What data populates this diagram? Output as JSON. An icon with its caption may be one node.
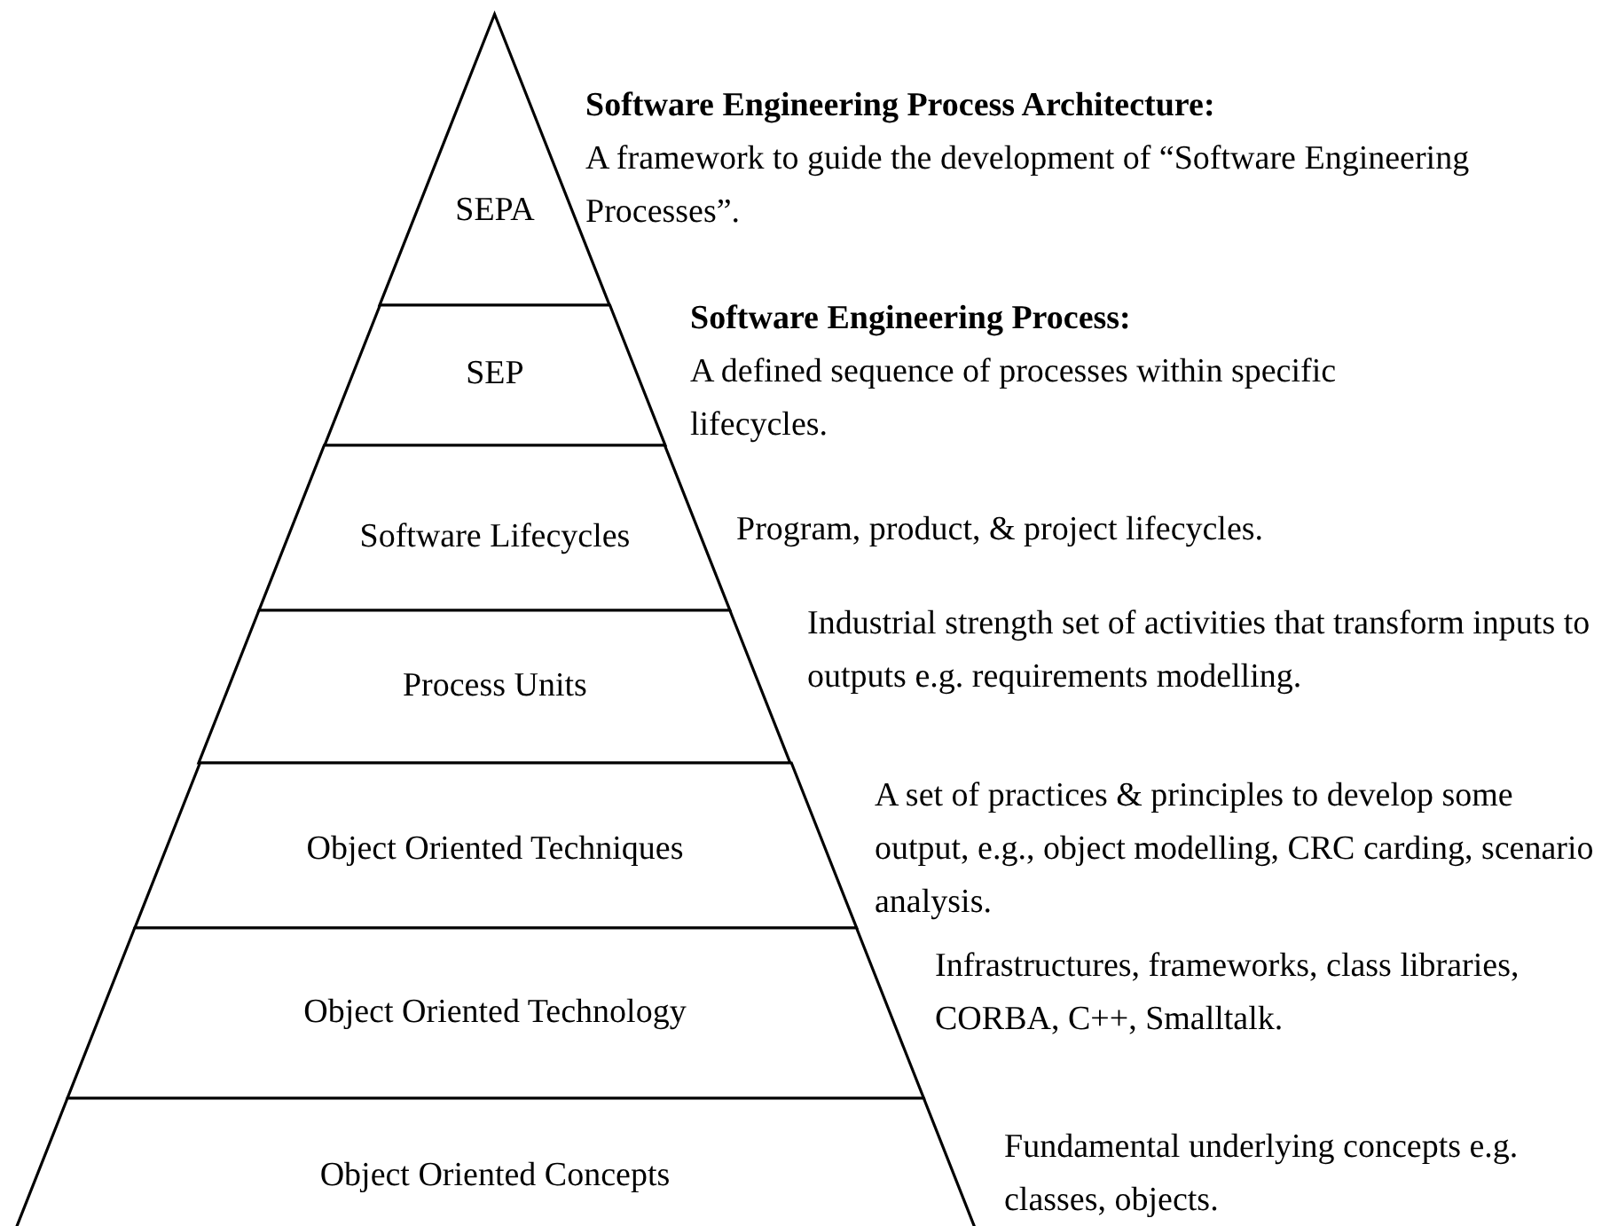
{
  "diagram": {
    "nodes": [
      {
        "text": [
          "SEPA"
        ],
        "beside": [
          "Software Engineering Process Architecture:",
          "A framework to guide the development of “Software Engineering Processes”."
        ]
      },
      {
        "text": [
          "SEP"
        ],
        "beside": [
          "Software Engineering Process:",
          "A defined sequence of processes within specific lifecycles."
        ]
      },
      {
        "text": [
          "Software Lifecycles"
        ],
        "beside": [
          "Program, product, & project lifecycles."
        ]
      },
      {
        "text": [
          "Process Units"
        ],
        "beside": [
          "Industrial strength set of activities that transform inputs to outputs e.g. requirements modelling."
        ]
      },
      {
        "text": [
          "Object Oriented Techniques"
        ],
        "beside": [
          "A set of practices & principles to develop some output, e.g., object modelling, CRC carding, scenario analysis."
        ]
      },
      {
        "text": [
          "Object Oriented Technology"
        ],
        "beside": [
          "Infrastructures, frameworks, class libraries, CORBA, C++, Smalltalk."
        ]
      },
      {
        "text": [
          "Object Oriented Concepts"
        ],
        "beside": [
          "Fundamental underlying concepts e.g. classes, objects."
        ]
      }
    ]
  }
}
